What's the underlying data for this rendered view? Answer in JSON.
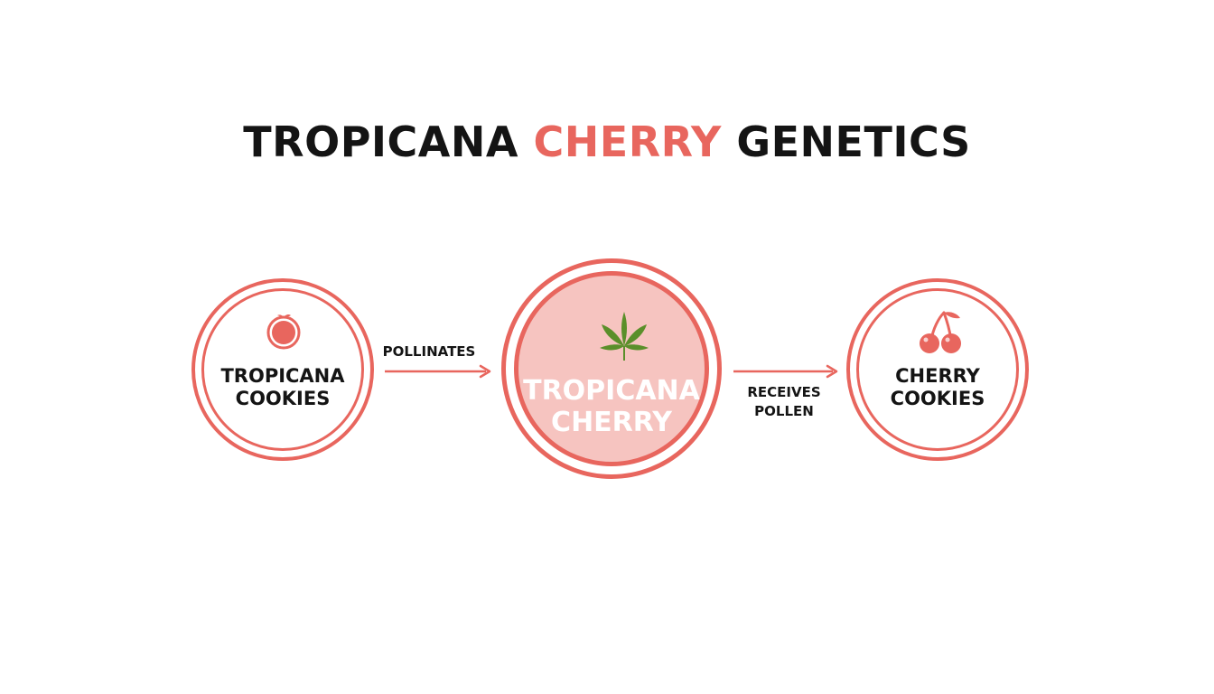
{
  "title": {
    "part1": "TROPICANA ",
    "part2": "CHERRY",
    "part3": " GENETICS"
  },
  "nodes": {
    "left": {
      "line1": "TROPICANA",
      "line2": "COOKIES",
      "icon": "orange-icon"
    },
    "center": {
      "line1": "TROPICANA",
      "line2": "CHERRY",
      "icon": "cannabis-leaf-icon"
    },
    "right": {
      "line1": "CHERRY",
      "line2": "COOKIES",
      "icon": "cherries-icon"
    }
  },
  "edges": {
    "left": {
      "line1": "POLLINATES"
    },
    "right": {
      "line1": "RECEIVES",
      "line2": "POLLEN"
    }
  },
  "colors": {
    "accent": "#e8665e",
    "center_fill": "#f6c4c0",
    "text": "#141414",
    "leaf": "#5a8f2a"
  }
}
